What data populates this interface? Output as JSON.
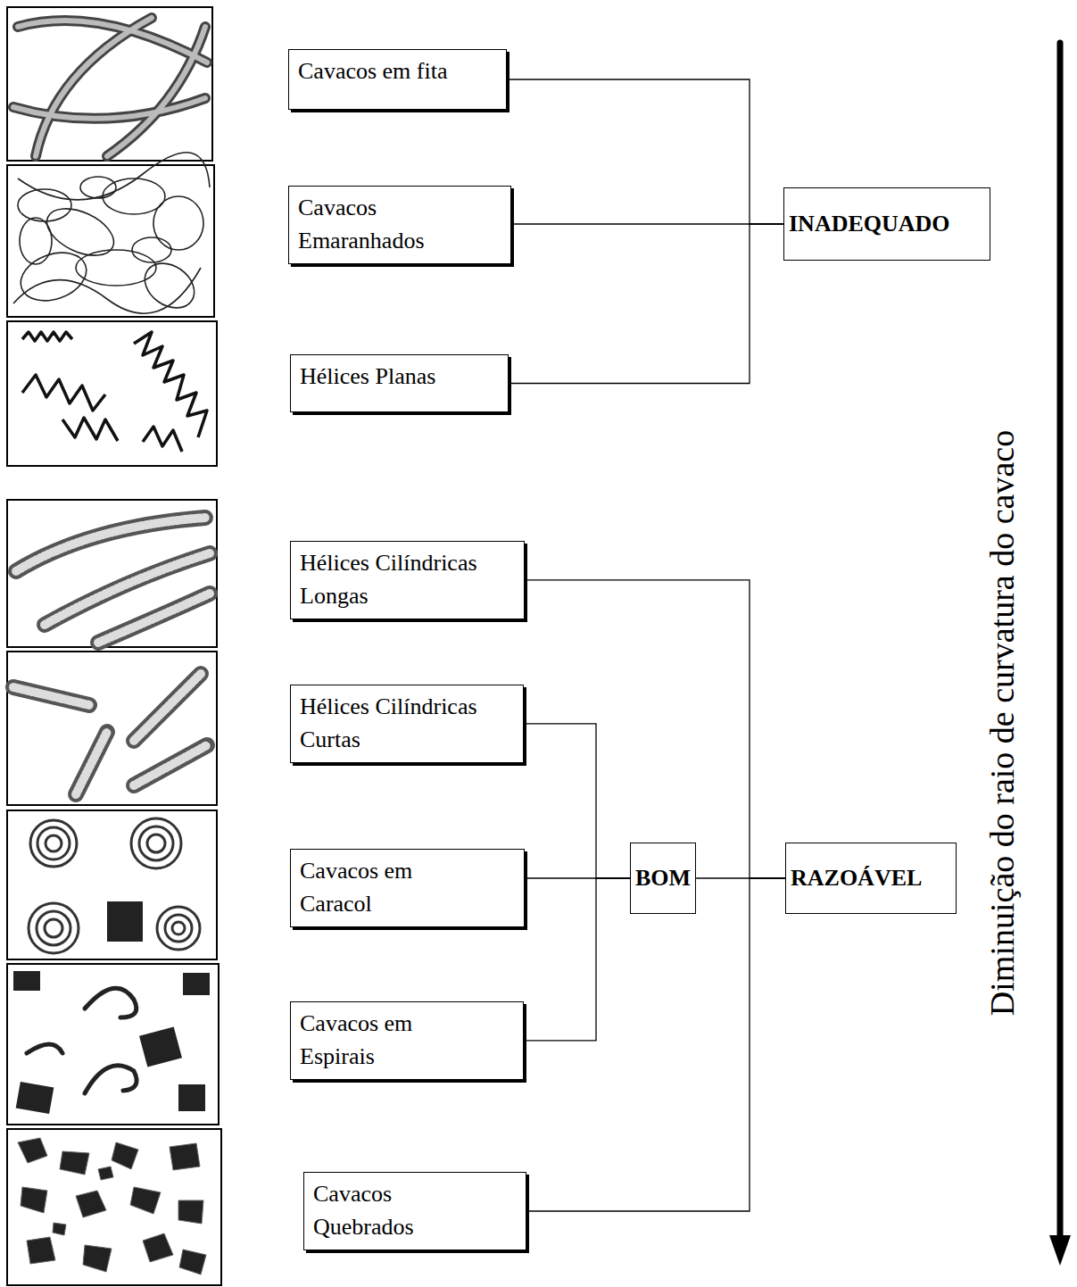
{
  "diagram": {
    "nodes": [
      {
        "text": [
          "Cavacos em fita"
        ]
      },
      {
        "text": [
          "Cavacos Emaranhados"
        ]
      },
      {
        "text": [
          "Hélices Planas"
        ]
      },
      {
        "text": [
          "INADEQUADO"
        ]
      },
      {
        "text": [
          "Hélices Cilíndricas Longas"
        ]
      },
      {
        "text": [
          "Hélices Cilíndricas Curtas"
        ]
      },
      {
        "text": [
          "Cavacos em Caracol"
        ]
      },
      {
        "text": [
          "BOM"
        ]
      },
      {
        "text": [
          "RAZOÁVEL"
        ]
      },
      {
        "text": [
          "Cavacos em Espirais"
        ]
      },
      {
        "text": [
          "Cavacos Quebrados"
        ]
      }
    ],
    "edges": [
      {
        "from": 0,
        "to": 3,
        "arrow": "none"
      },
      {
        "from": 1,
        "to": 3,
        "arrow": "none"
      },
      {
        "from": 2,
        "to": 3,
        "arrow": "none"
      },
      {
        "from": 5,
        "to": 7,
        "arrow": "none"
      },
      {
        "from": 6,
        "to": 7,
        "arrow": "none"
      },
      {
        "from": 9,
        "to": 7,
        "arrow": "none"
      },
      {
        "from": 4,
        "to": 8,
        "arrow": "none"
      },
      {
        "from": 7,
        "to": 8,
        "arrow": "none"
      },
      {
        "from": 10,
        "to": 8,
        "arrow": "none"
      }
    ],
    "labels": [
      "Diminuição do raio de curvatura do cavaco"
    ]
  }
}
